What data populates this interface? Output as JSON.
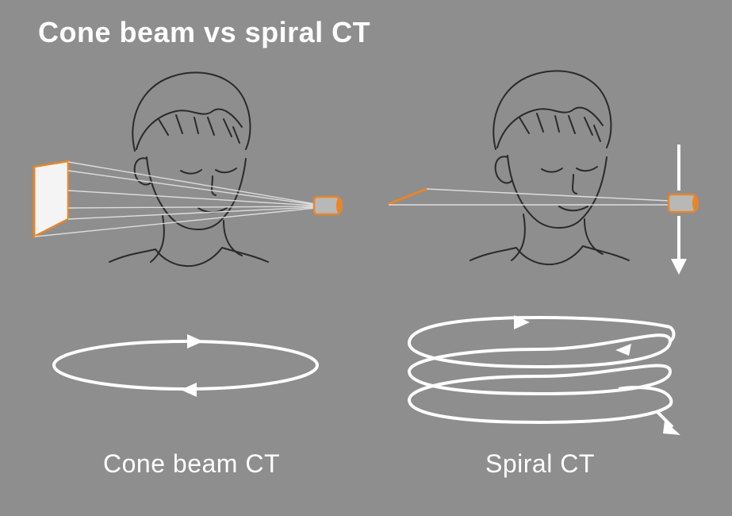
{
  "title": "Cone beam vs spiral CT",
  "panels": [
    {
      "caption": "Cone beam CT"
    },
    {
      "caption": "Spiral CT"
    }
  ],
  "colors": {
    "background": "#8e8e8e",
    "accent": "#e8852a",
    "line": "#ffffff",
    "sketch": "#2a2a2a"
  }
}
